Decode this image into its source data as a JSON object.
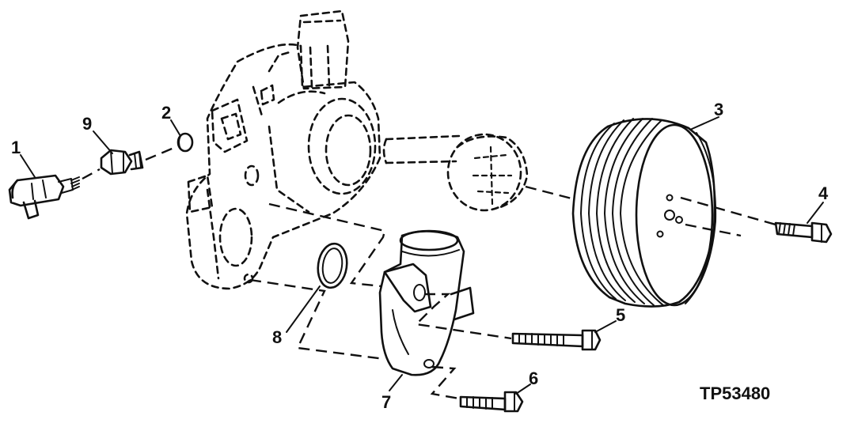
{
  "callouts": {
    "c1": "1",
    "c2": "2",
    "c3": "3",
    "c4": "4",
    "c5": "5",
    "c6": "6",
    "c7": "7",
    "c8": "8",
    "c9": "9"
  },
  "figure_id": "TP53480",
  "colors": {
    "ink": "#111111",
    "paper": "#ffffff"
  }
}
